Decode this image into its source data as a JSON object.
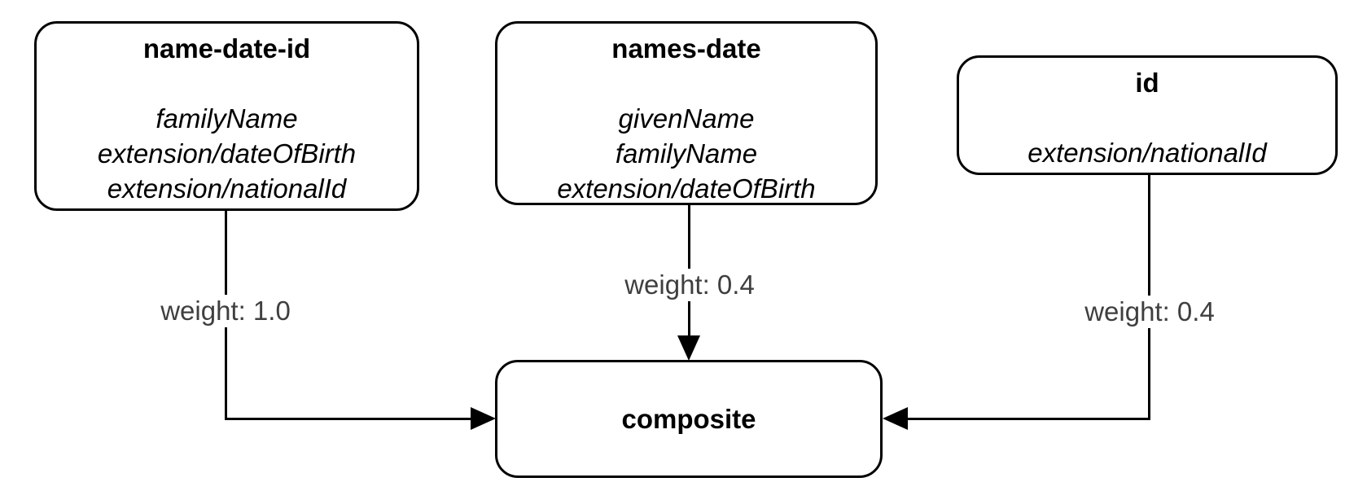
{
  "diagram": {
    "background_color": "#ffffff",
    "node_border_color": "#000000",
    "node_fill_color": "#ffffff",
    "node_text_color": "#000000",
    "edge_color": "#000000",
    "edge_label_color": "#3f3f3f",
    "nodes": [
      {
        "title": "name-date-id",
        "attributes": [
          "familyName",
          "extension/dateOfBirth",
          "extension/nationalId"
        ]
      },
      {
        "title": "names-date",
        "attributes": [
          "givenName",
          "familyName",
          "extension/dateOfBirth"
        ]
      },
      {
        "title": "id",
        "attributes": [
          "extension/nationalId"
        ]
      },
      {
        "title": "composite",
        "attributes": []
      }
    ],
    "edges": [
      {
        "from": "name-date-id",
        "to": "composite",
        "label": "weight: 1.0"
      },
      {
        "from": "names-date",
        "to": "composite",
        "label": "weight: 0.4"
      },
      {
        "from": "id",
        "to": "composite",
        "label": "weight: 0.4"
      }
    ]
  }
}
